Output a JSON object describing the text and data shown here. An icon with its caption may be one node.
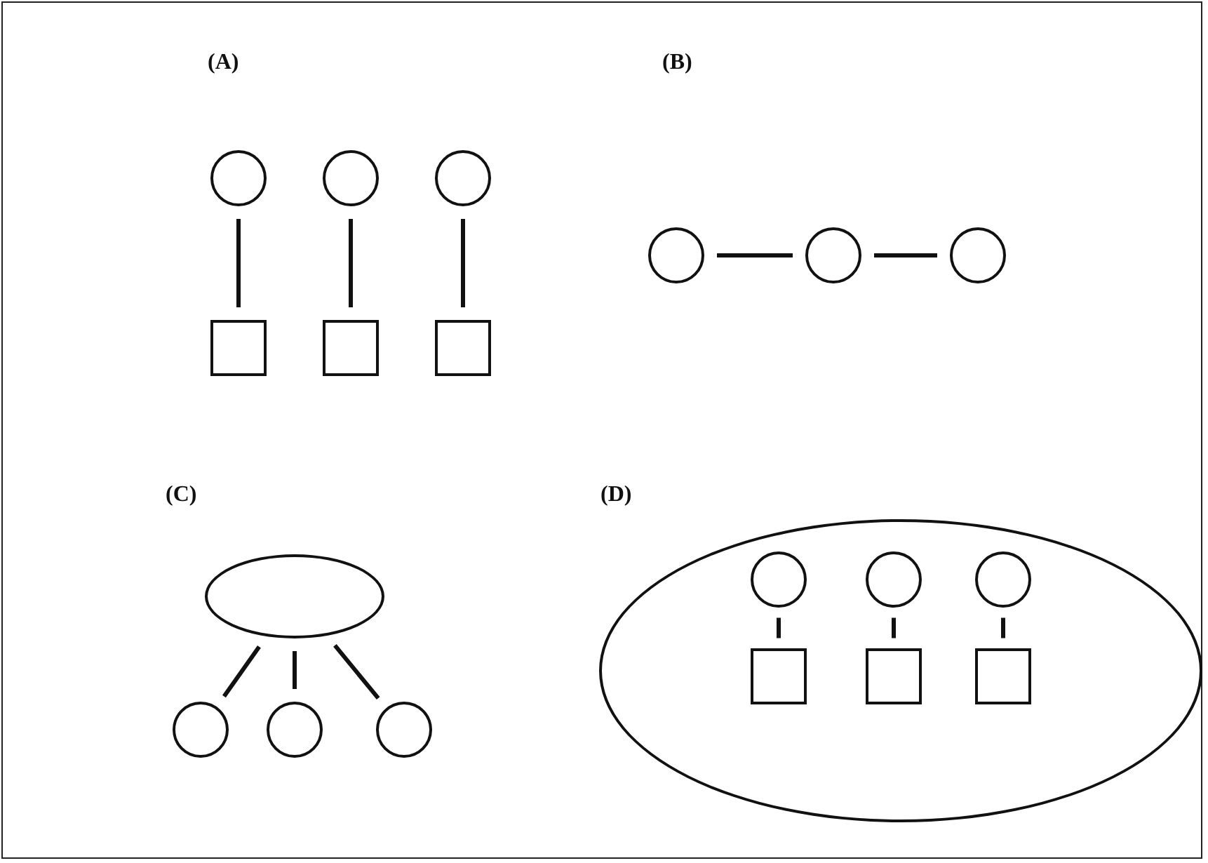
{
  "diagram": {
    "nodes": [
      {
        "text": [],
        "shape": "circle"
      },
      {
        "text": [],
        "shape": "circle"
      },
      {
        "text": [],
        "shape": "circle"
      },
      {
        "text": [],
        "shape": "box"
      },
      {
        "text": [],
        "shape": "box"
      },
      {
        "text": [],
        "shape": "box"
      },
      {
        "text": [],
        "shape": "circle"
      },
      {
        "text": [],
        "shape": "circle"
      },
      {
        "text": [],
        "shape": "circle"
      },
      {
        "text": [],
        "shape": "ellipse"
      },
      {
        "text": [],
        "shape": "circle"
      },
      {
        "text": [],
        "shape": "circle"
      },
      {
        "text": [],
        "shape": "circle"
      },
      {
        "text": [],
        "shape": "ellipse"
      },
      {
        "text": [],
        "shape": "circle",
        "in": 13
      },
      {
        "text": [],
        "shape": "circle",
        "in": 13
      },
      {
        "text": [],
        "shape": "circle",
        "in": 13
      },
      {
        "text": [],
        "shape": "box",
        "in": 13
      },
      {
        "text": [],
        "shape": "box",
        "in": 13
      },
      {
        "text": [],
        "shape": "box",
        "in": 13
      }
    ],
    "edges": [
      {
        "from": 0,
        "to": 3,
        "arrow": "none"
      },
      {
        "from": 1,
        "to": 4,
        "arrow": "none"
      },
      {
        "from": 2,
        "to": 5,
        "arrow": "none"
      },
      {
        "from": 6,
        "to": 7,
        "arrow": "none"
      },
      {
        "from": 7,
        "to": 8,
        "arrow": "none"
      },
      {
        "from": 9,
        "to": 10,
        "arrow": "none"
      },
      {
        "from": 9,
        "to": 11,
        "arrow": "none"
      },
      {
        "from": 9,
        "to": 12,
        "arrow": "none"
      },
      {
        "from": 14,
        "to": 17,
        "arrow": "none"
      },
      {
        "from": 15,
        "to": 18,
        "arrow": "none"
      },
      {
        "from": 16,
        "to": 19,
        "arrow": "none"
      }
    ],
    "labels": [
      "(A)",
      "(B)",
      "(C)",
      "(D)"
    ]
  }
}
